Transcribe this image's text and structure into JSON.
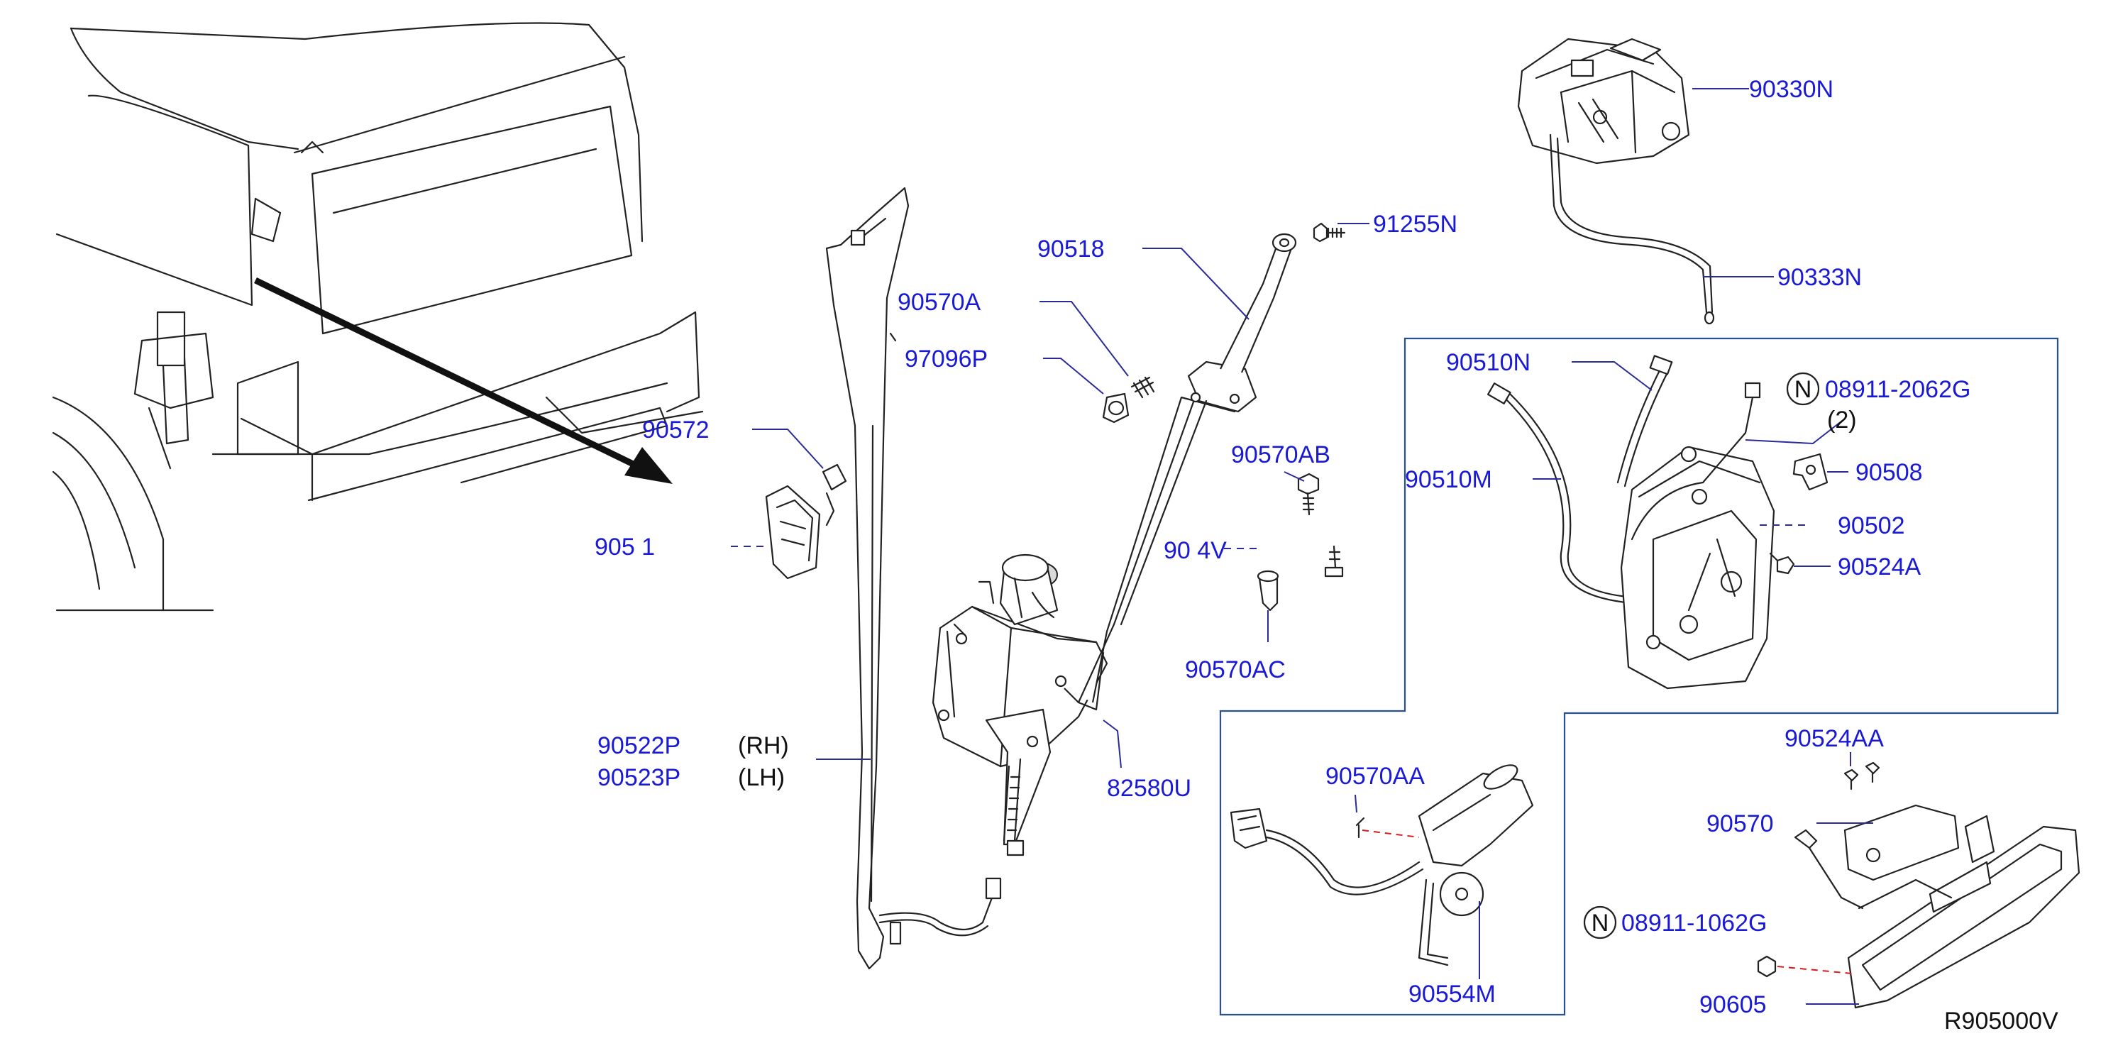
{
  "diagram": {
    "code": "R905000V",
    "labels": {
      "p90330N": "90330N",
      "p91255N": "91255N",
      "p90333N": "90333N",
      "p90518": "90518",
      "p90570A": "90570A",
      "p97096P": "97096P",
      "p90572": "90572",
      "p90571": "905 1",
      "p90570AB": "90570AB",
      "p90574V": "90 4V",
      "p90570AC": "90570AC",
      "p90522P": "90522P",
      "p90523P": "90523P",
      "rh": "(RH)",
      "lh": "(LH)",
      "p82580U": "82580U",
      "p90510N": "90510N",
      "p90510M": "90510M",
      "p08911_2062G": "08911-2062G",
      "qty2": "(2)",
      "p90508": "90508",
      "p90502": "90502",
      "p90524A": "90524A",
      "p90570AA": "90570AA",
      "p90554M": "90554M",
      "p90524AA": "90524AA",
      "p90570": "90570",
      "p08911_1062G": "08911-1062G",
      "p90605": "90605",
      "nut_n1": "N",
      "nut_n2": "N"
    }
  }
}
